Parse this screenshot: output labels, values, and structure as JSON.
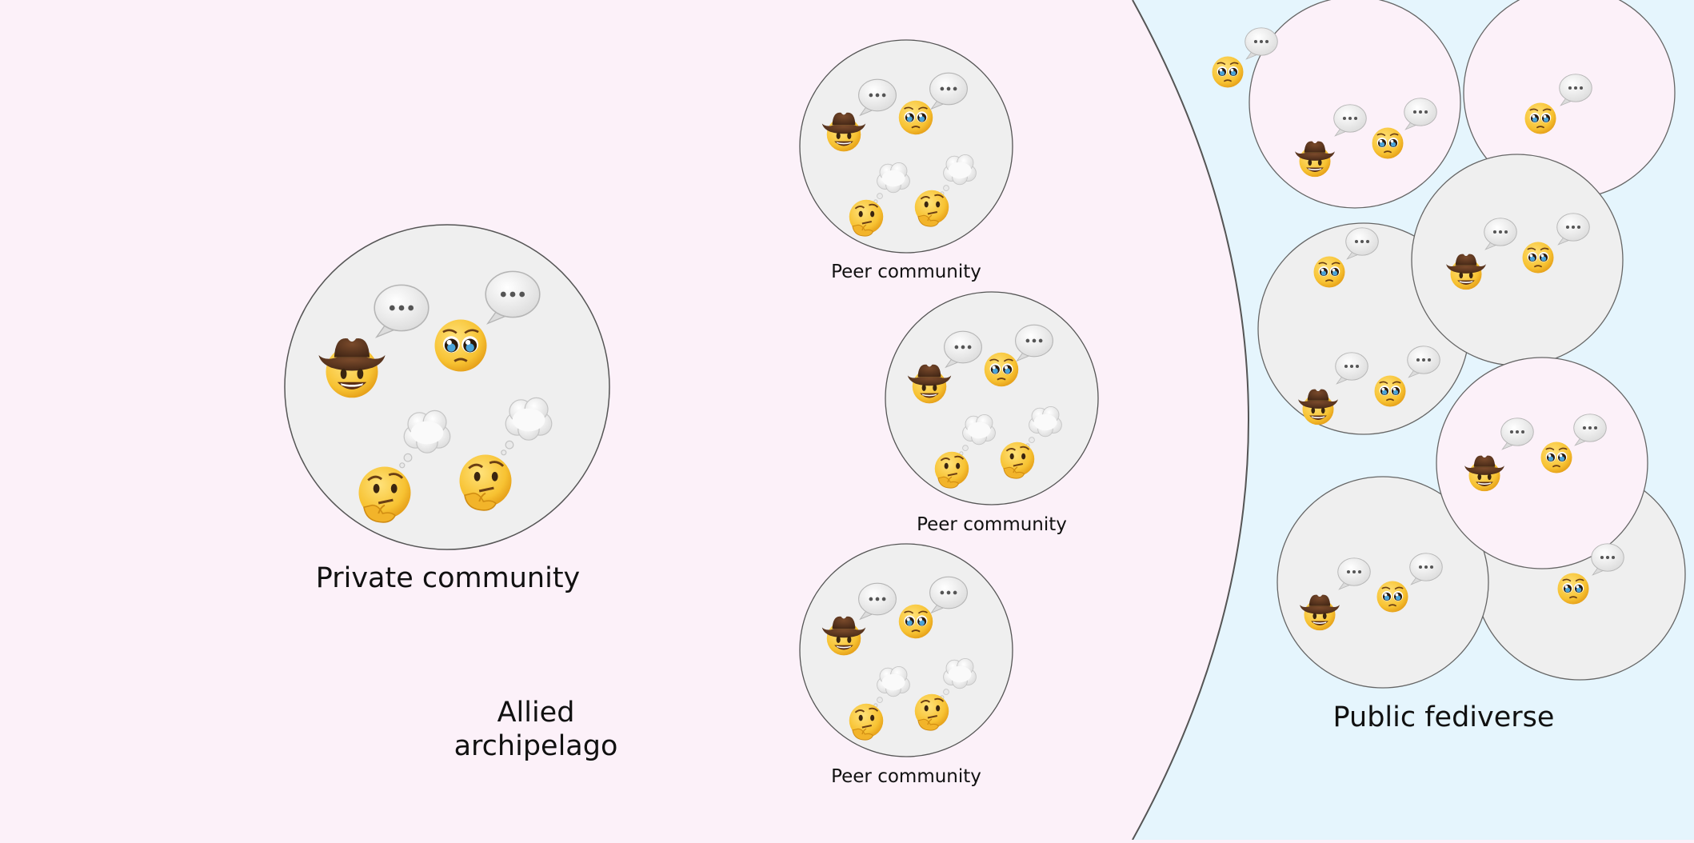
{
  "regions": {
    "archipelago_label": [
      "Allied",
      "archipelago"
    ],
    "fediverse_label": "Public fediverse"
  },
  "communities": {
    "private_label": "Private community",
    "peer_labels": [
      "Peer community",
      "Peer community",
      "Peer community"
    ]
  },
  "icons": {
    "speech": "speech-bubble-icon",
    "thought": "thought-bubble-icon",
    "cowboy": "cowboy-face-icon",
    "pleading": "pleading-face-icon",
    "thinking": "thinking-face-icon"
  },
  "colors": {
    "archipelago_bg": "#fcf1f9",
    "fediverse_bg": "#e5f5fd",
    "community_fill": "#efefef",
    "community_pink_fill": "#fcf1f9",
    "outline": "#555555"
  }
}
